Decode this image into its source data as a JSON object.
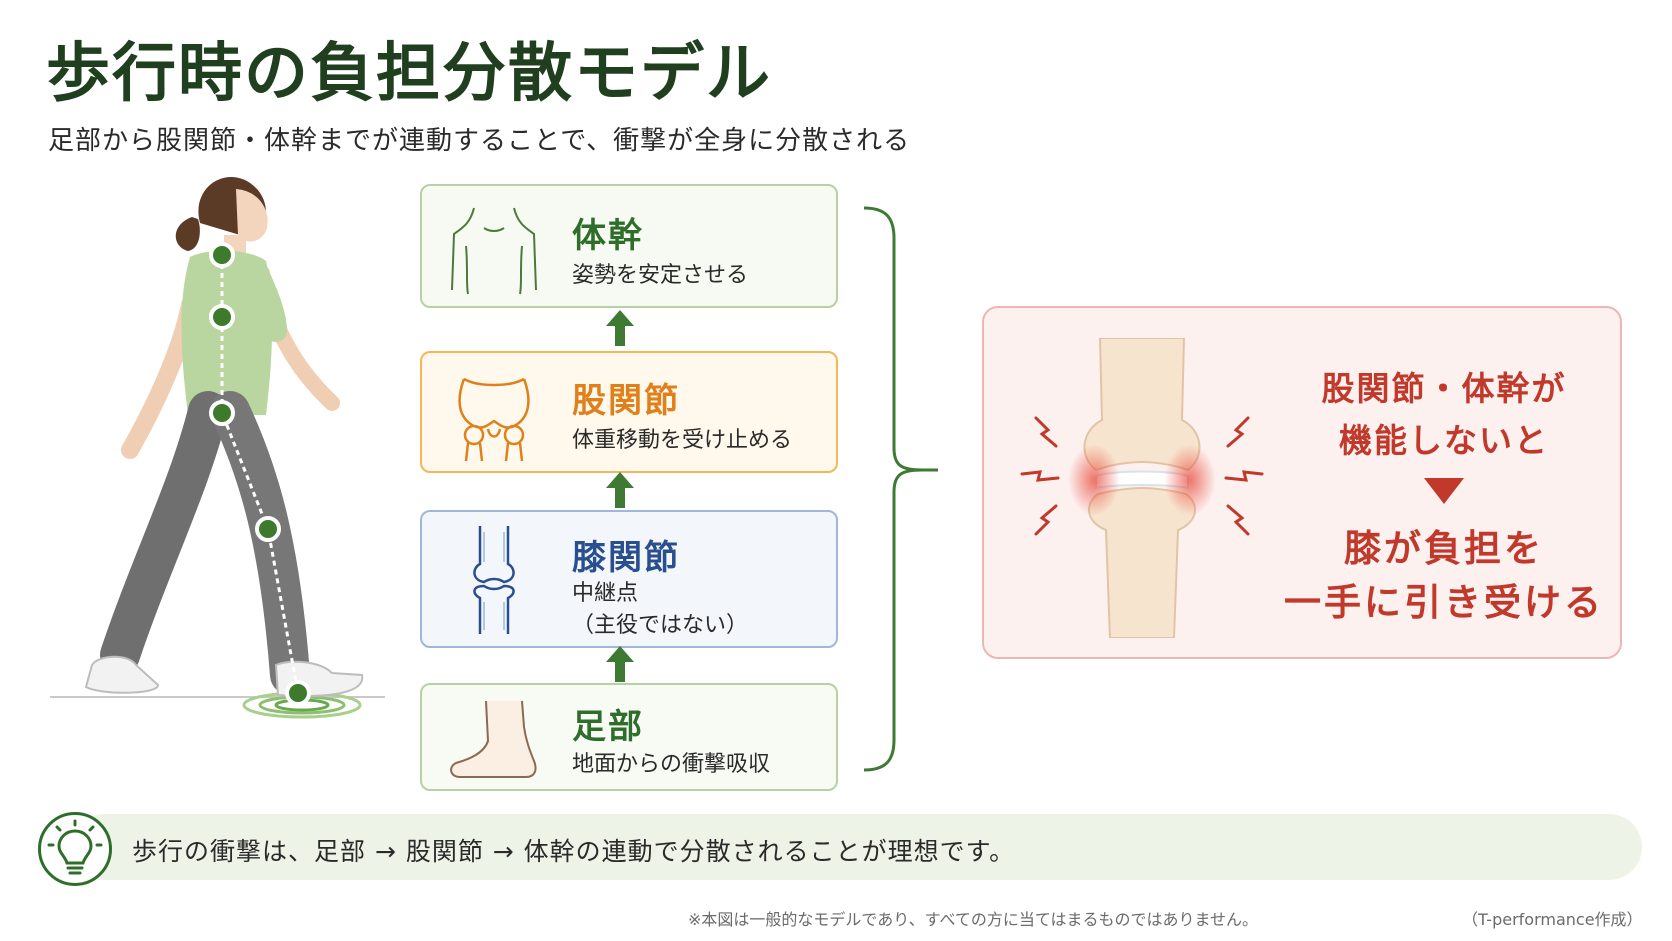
{
  "header": {
    "title": "歩行時の負担分散モデル",
    "subtitle": "足部から股関節・体幹までが連動することで、衝撃が全身に分散される"
  },
  "stages": {
    "trunk": {
      "name": "体幹",
      "desc": "姿勢を安定させる"
    },
    "hip": {
      "name": "股関節",
      "desc": "体重移動を受け止める"
    },
    "knee": {
      "name": "膝関節",
      "desc_line1": "中継点",
      "desc_line2": "（主役ではない）"
    },
    "foot": {
      "name": "足部",
      "desc": "地面からの衝撃吸収"
    }
  },
  "risk": {
    "line1": "股関節・体幹が",
    "line2": "機能しないと",
    "line3": "膝が負担を",
    "line4": "一手に引き受ける"
  },
  "note": {
    "text": "歩行の衝撃は、足部 → 股関節 → 体幹の連動で分散されることが理想です。",
    "icon": "lightbulb-icon"
  },
  "footer": {
    "disclaimer": "※本図は一般的なモデルであり、すべての方に当てはまるものではありません。",
    "credit": "（T-performance作成）"
  },
  "colors": {
    "title": "#1f3f1e",
    "trunk": "#2f6e2a",
    "hip": "#e0801b",
    "knee": "#2a4f8f",
    "risk": "#c0392b",
    "arrow": "#3f7a34"
  }
}
